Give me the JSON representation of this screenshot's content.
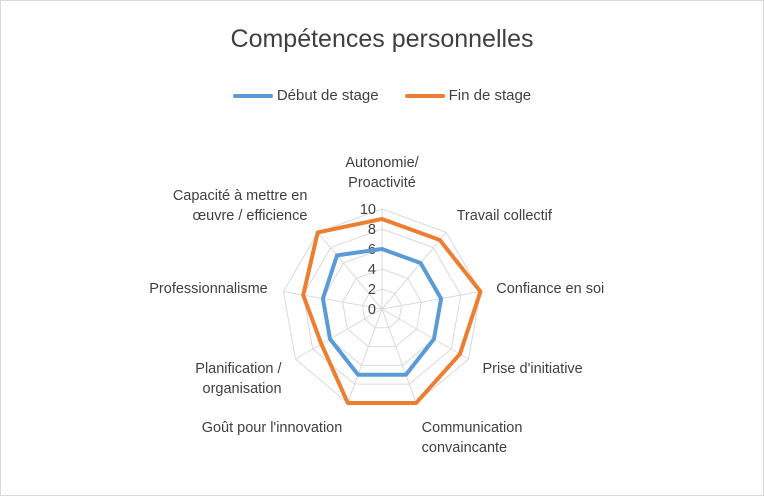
{
  "chart_data": {
    "type": "radar",
    "title": "Compétences personnelles",
    "categories": [
      [
        "Autonomie/",
        "Proactivité"
      ],
      [
        "Travail collectif"
      ],
      [
        "Confiance en soi"
      ],
      [
        "Prise d'initiative"
      ],
      [
        "Communication",
        "convaincante"
      ],
      [
        "Goût pour l'innovation"
      ],
      [
        "Planification /",
        "organisation"
      ],
      [
        "Professionnalisme"
      ],
      [
        "Capacité à mettre en",
        "œuvre / efficience"
      ]
    ],
    "ticks": [
      "0",
      "2",
      "4",
      "6",
      "8",
      "10"
    ],
    "rlim": [
      0,
      10
    ],
    "grid": true,
    "legend_position": "top",
    "series": [
      {
        "name": "Début de stage",
        "color": "#5b9bd5",
        "values": [
          6,
          6,
          6,
          6,
          7,
          7,
          6,
          6,
          7
        ]
      },
      {
        "name": "Fin de stage",
        "color": "#ed7d31",
        "values": [
          9,
          9,
          10,
          9,
          10,
          10,
          7,
          8,
          10
        ]
      }
    ]
  }
}
